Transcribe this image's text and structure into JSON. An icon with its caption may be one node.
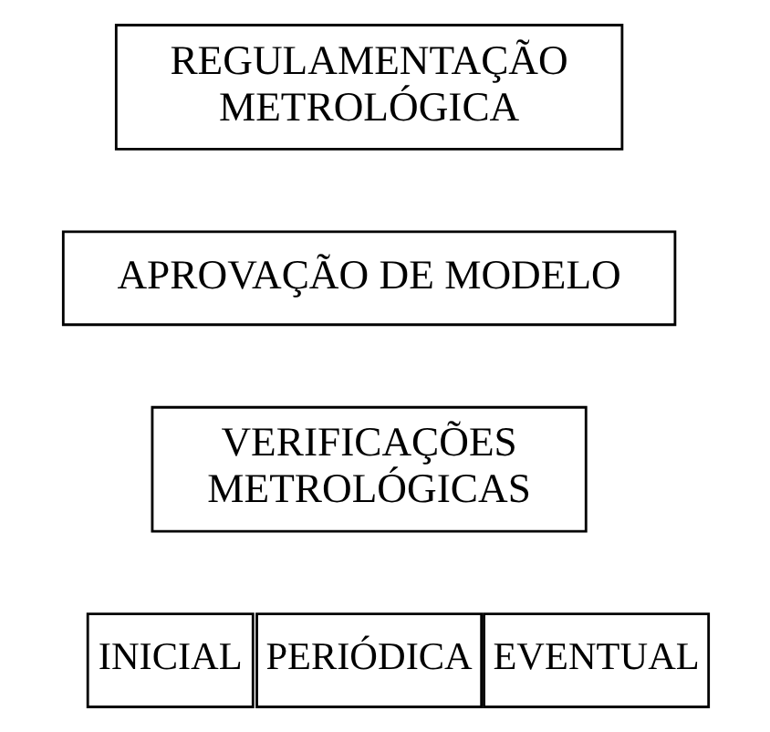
{
  "diagram": {
    "nodes": [
      {
        "text": [
          "REGULAMENTAÇÃO METROLÓGICA"
        ]
      },
      {
        "text": [
          "APROVAÇÃO DE MODELO"
        ]
      },
      {
        "text": [
          "VERIFICAÇÕES METROLÓGICAS"
        ]
      },
      {
        "text": [
          "INICIAL"
        ]
      },
      {
        "text": [
          "PERIÓDICA"
        ]
      },
      {
        "text": [
          "EVENTUAL"
        ]
      }
    ]
  }
}
